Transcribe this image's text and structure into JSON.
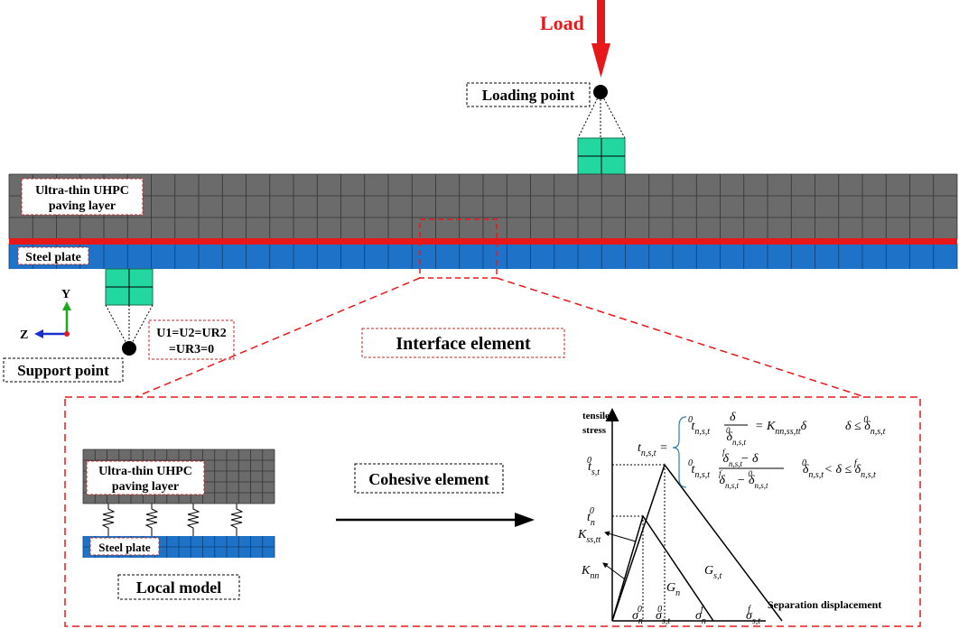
{
  "load": {
    "label": "Load",
    "color": "#e8181a"
  },
  "loading_point": {
    "label": "Loading point"
  },
  "support_point": {
    "label": "Support point"
  },
  "boundary_condition": {
    "line1": "U1=U2=UR2",
    "line2": "=UR3=0"
  },
  "beam": {
    "uhpc_label_line1": "Ultra-thin UHPC",
    "uhpc_label_line2": "paving layer",
    "steel_label": "Steel plate",
    "colors": {
      "uhpc": "#6b6b6b",
      "steel": "#1e73c8",
      "interface": "#e8181a",
      "pad": "#23d8a0"
    }
  },
  "axes_triad": {
    "y": "Y",
    "z": "Z"
  },
  "interface_element": {
    "label": "Interface element"
  },
  "local_model": {
    "label": "Local model",
    "uhpc_label_line1": "Ultra-thin UHPC",
    "uhpc_label_line2": "paving layer",
    "steel_label": "Steel plate"
  },
  "cohesive_element": {
    "label": "Cohesive element"
  },
  "traction_graph": {
    "ylabel_line1": "tensile",
    "ylabel_line2": "stress",
    "xlabel": "Separation displacement"
  }
}
